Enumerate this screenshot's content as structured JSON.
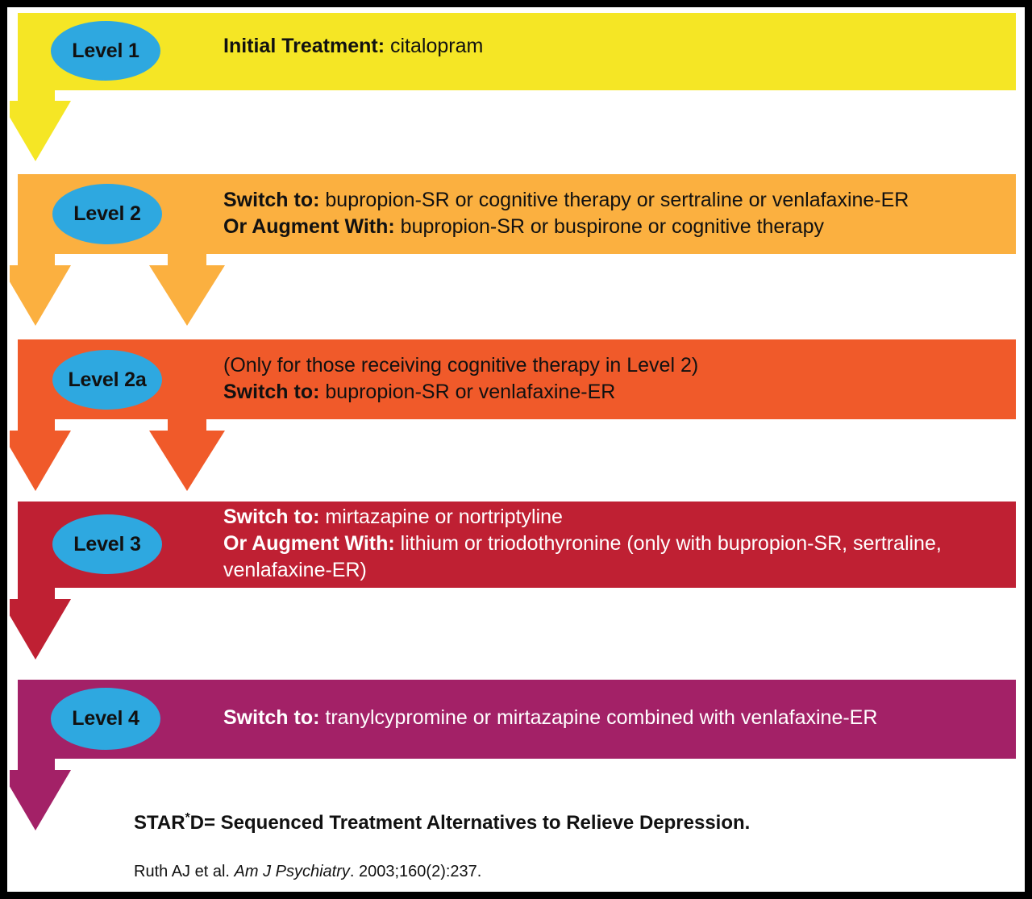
{
  "diagram": {
    "title": "STAR*D treatment algorithm",
    "colors": {
      "level1": "#F5E625",
      "level2": "#FBB040",
      "level2a": "#F05A2A",
      "level3": "#BF2033",
      "level4": "#A32167",
      "ellipse": "#2EA8E0",
      "frame": "#000000",
      "background": "#FFFFFF",
      "text_dark": "#111111",
      "text_light": "#FFFFFF"
    },
    "levels": [
      {
        "id": "level-1",
        "badge": "Level 1",
        "band_color": "#F5E625",
        "text_color": "#111111",
        "lines": [
          {
            "label": "Initial Treatment:",
            "value": " citalopram"
          }
        ],
        "arrows": 1
      },
      {
        "id": "level-2",
        "badge": "Level 2",
        "band_color": "#FBB040",
        "text_color": "#111111",
        "lines": [
          {
            "label": "Switch to:",
            "value": " bupropion-SR or cognitive therapy or sertraline or venlafaxine-ER"
          },
          {
            "label": "Or Augment With:",
            "value": " bupropion-SR or buspirone or cognitive therapy"
          }
        ],
        "arrows": 2
      },
      {
        "id": "level-2a",
        "badge": "Level 2a",
        "band_color": "#F05A2A",
        "text_color": "#111111",
        "lines": [
          {
            "label": "",
            "value": "(Only for those receiving cognitive therapy in Level 2)"
          },
          {
            "label": "Switch to:",
            "value": " bupropion-SR or venlafaxine-ER"
          }
        ],
        "arrows": 2
      },
      {
        "id": "level-3",
        "badge": "Level 3",
        "band_color": "#BF2033",
        "text_color": "#FFFFFF",
        "lines": [
          {
            "label": "Switch to:",
            "value": " mirtazapine or nortriptyline"
          },
          {
            "label": "Or Augment With:",
            "value": " lithium or triodothyronine (only with bupropion-SR, sertraline, venlafaxine-ER)"
          }
        ],
        "arrows": 1
      },
      {
        "id": "level-4",
        "badge": "Level 4",
        "band_color": "#A32167",
        "text_color": "#FFFFFF",
        "lines": [
          {
            "label": "Switch to:",
            "value": " tranylcypromine or mirtazapine combined with venlafaxine-ER"
          }
        ],
        "arrows": 1
      }
    ],
    "footer": {
      "acronym_pre": "STAR",
      "acronym_star": "*",
      "acronym_post": "D= Sequenced Treatment Alternatives to Relieve Depression.",
      "citation_pre": "Ruth AJ et al. ",
      "citation_journal": "Am J Psychiatry",
      "citation_post": ". 2003;160(2):237."
    }
  }
}
